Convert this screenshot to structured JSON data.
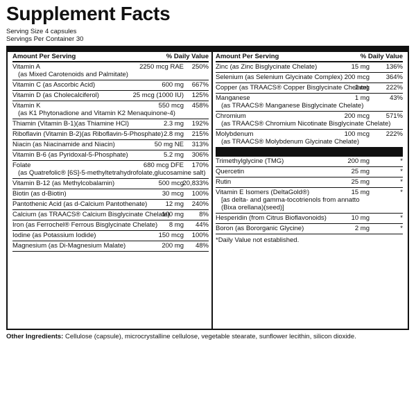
{
  "title": "Supplement Facts",
  "serving_size": "Serving Size 4 capsules",
  "servings_per_container": "Servings Per Container 30",
  "left": {
    "header_amount": "Amount Per Serving",
    "header_dv": "% Daily Value",
    "rows": [
      {
        "name": "Vitamin A",
        "sub": "(as Mixed Carotenoids and Palmitate)",
        "amount": "2250 mcg RAE",
        "dv": "250%"
      },
      {
        "name": "Vitamin C (as Ascorbic Acid)",
        "amount": "600 mg",
        "dv": "667%"
      },
      {
        "name": "Vitamin D (as Cholecalciferol)",
        "amount": "25 mcg (1000 IU)",
        "dv": "125%"
      },
      {
        "name": "Vitamin K",
        "sub": "(as K1 Phytonadione and Vitamin K2 Menaquinone-4)",
        "amount": "550 mcg",
        "dv": "458%"
      },
      {
        "name": "Thiamin (Vitamin B-1)(as Thiamine HCl)",
        "amount": "2.3 mg",
        "dv": "192%"
      },
      {
        "name": "Riboflavin (Vitamin B-2)(as Riboflavin-5-Phosphate)",
        "amount": "2.8 mg",
        "dv": "215%"
      },
      {
        "name": "Niacin (as Niacinamide and Niacin)",
        "amount": "50 mg NE",
        "dv": "313%"
      },
      {
        "name": "Vitamin B-6 (as Pyridoxal-5-Phosphate)",
        "amount": "5.2 mg",
        "dv": "306%"
      },
      {
        "name": "Folate",
        "sub": "(as Quatrefolic® [6S]-5-methyltetrahydrofolate,glucosamine salt)",
        "amount": "680 mcg DFE",
        "dv": "170%"
      },
      {
        "name": "Vitamin B-12 (as Methylcobalamin)",
        "amount": "500 mcg",
        "dv": "20,833%"
      },
      {
        "name": "Biotin (as d-Biotin)",
        "amount": "30 mcg",
        "dv": "100%"
      },
      {
        "name": "Pantothenic Acid (as d-Calcium Pantothenate)",
        "amount": "12 mg",
        "dv": "240%"
      },
      {
        "name": "Calcium (as TRAACS® Calcium Bisglycinate Chelate)",
        "amount": "100 mg",
        "dv": "8%"
      },
      {
        "name": "Iron (as Ferrochel® Ferrous Bisglycinate Chelate)",
        "amount": "8 mg",
        "dv": "44%"
      },
      {
        "name": "Iodine (as Potassium Iodide)",
        "amount": "150 mcg",
        "dv": "100%"
      },
      {
        "name": "Magnesium (as Di-Magnesium Malate)",
        "amount": "200 mg",
        "dv": "48%"
      }
    ]
  },
  "right": {
    "header_amount": "Amount Per Serving",
    "header_dv": "% Daily Value",
    "rows": [
      {
        "name": "Zinc (as Zinc Bisglycinate Chelate)",
        "amount": "15 mg",
        "dv": "136%"
      },
      {
        "name": "Selenium (as Selenium Glycinate Complex)",
        "amount": "200 mcg",
        "dv": "364%"
      },
      {
        "name": "Copper (as TRAACS® Copper Bisglycinate Chelate)",
        "amount": "2 mg",
        "dv": "222%"
      },
      {
        "name": "Manganese",
        "sub": "(as TRAACS® Manganese Bisglycinate Chelate)",
        "amount": "1 mg",
        "dv": "43%"
      },
      {
        "name": "Chromium",
        "sub": "(as TRAACS® Chromium Nicotinate Bisglycinate Chelate)",
        "amount": "200 mcg",
        "dv": "571%"
      },
      {
        "name": "Molybdenum",
        "sub": "(as TRAACS® Molybdenum Glycinate Chelate)",
        "amount": "100 mcg",
        "dv": "222%"
      }
    ],
    "rows2": [
      {
        "name": "Trimethylglycine (TMG)",
        "amount": "200 mg",
        "dv": "*"
      },
      {
        "name": "Quercetin",
        "amount": "25 mg",
        "dv": "*"
      },
      {
        "name": "Rutin",
        "amount": "25 mg",
        "dv": "*"
      },
      {
        "name": "Vitamin E Isomers (DeltaGold®)",
        "sub": "[as delta- and gamma-tocotrienols from annatto",
        "sub2": "(Bixa orellana)(seed)]",
        "amount": "15 mg",
        "dv": "*"
      },
      {
        "name": "Hesperidin (from Citrus Bioflavonoids)",
        "amount": "10 mg",
        "dv": "*"
      },
      {
        "name": "Boron (as Bororganic Glycine)",
        "amount": "2 mg",
        "dv": "*"
      }
    ],
    "footnote": "*Daily Value not established."
  },
  "other_ingredients_label": "Other Ingredients:",
  "other_ingredients": "Cellulose (capsule), microcrystalline cellulose, vegetable stearate, sunflower lecithin, silicon dioxide."
}
